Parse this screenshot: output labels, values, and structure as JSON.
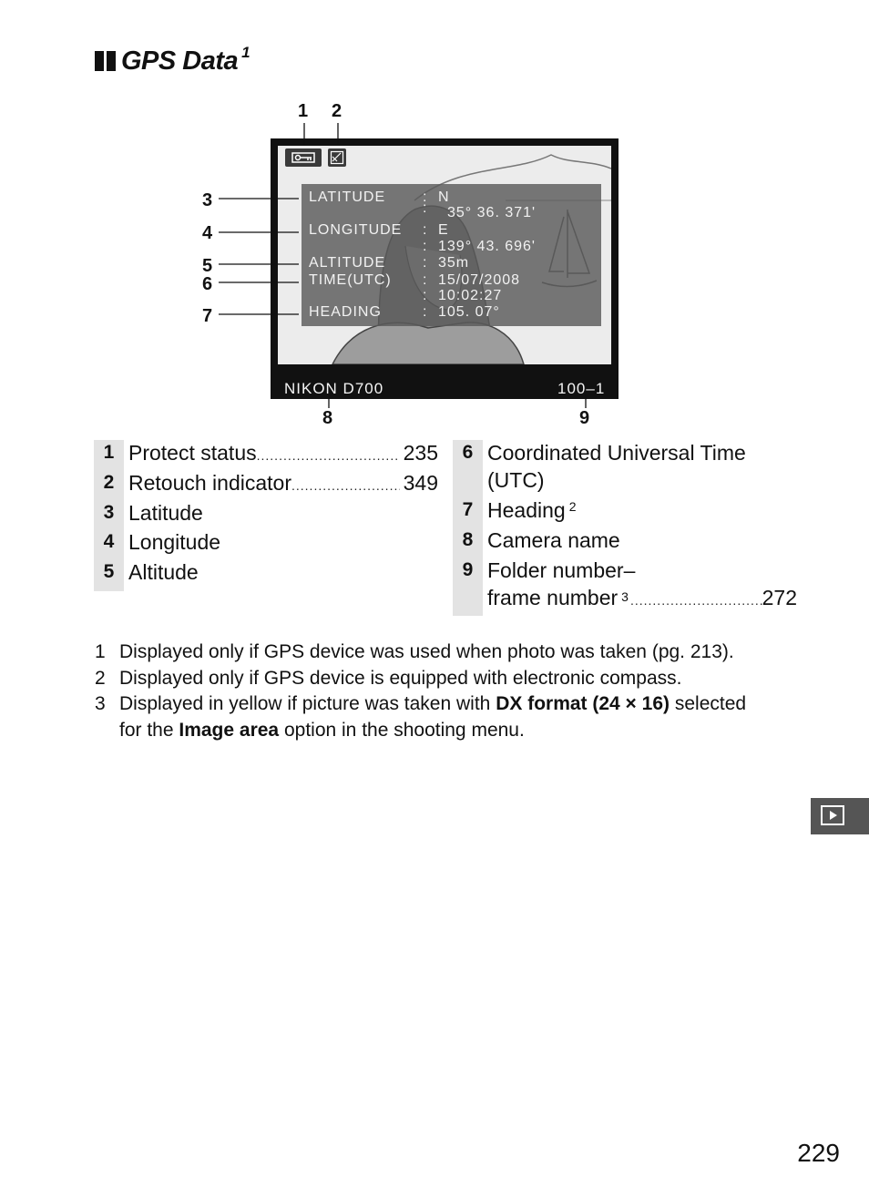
{
  "heading": {
    "title": "GPS Data",
    "superscript": "1"
  },
  "callouts": [
    "1",
    "2",
    "3",
    "4",
    "5",
    "6",
    "7",
    "8",
    "9"
  ],
  "screen": {
    "latitude_label": "LATITUDE",
    "latitude_dir": "N",
    "latitude_value": "35°  36. 371'",
    "longitude_label": "LONGITUDE",
    "longitude_dir": "E",
    "longitude_value": "139°  43. 696'",
    "altitude_label": "ALTITUDE",
    "altitude_value": "35m",
    "time_label": "TIME(UTC)",
    "date_value": "15/07/2008",
    "time_value": "10:02:27",
    "heading_label": "HEADING",
    "heading_value": "105. 07°",
    "colon": ":",
    "camera_name": "NIKON D700",
    "folder_frame": "100–1"
  },
  "legend_left": [
    {
      "num": "1",
      "label": "Protect status",
      "page": "235"
    },
    {
      "num": "2",
      "label": "Retouch indicator",
      "page": "349"
    },
    {
      "num": "3",
      "label": "Latitude"
    },
    {
      "num": "4",
      "label": "Longitude"
    },
    {
      "num": "5",
      "label": "Altitude"
    }
  ],
  "legend_right": [
    {
      "num": "6",
      "label": "Coordinated Universal Time",
      "label2": "(UTC)"
    },
    {
      "num": "7",
      "label": "Heading",
      "sup": "2"
    },
    {
      "num": "8",
      "label": "Camera name"
    },
    {
      "num": "9",
      "label": "Folder number–",
      "label2": "frame number",
      "sup": "3",
      "page": "272"
    }
  ],
  "footnotes": [
    {
      "num": "1",
      "text": "Displayed only if GPS device was used when photo was taken (pg. 213)."
    },
    {
      "num": "2",
      "text": "Displayed only if GPS device is equipped with electronic compass."
    },
    {
      "num": "3",
      "pre": "Displayed in yellow if picture was taken with ",
      "bold1": "DX format (24 × 16)",
      "mid": " selected",
      "line2_pre": "for the ",
      "bold2": "Image area",
      "post": " option in the shooting menu."
    }
  ],
  "dot_leader": "................................................................",
  "side_tab": {
    "icon": "playback-icon"
  },
  "page_number": "229"
}
